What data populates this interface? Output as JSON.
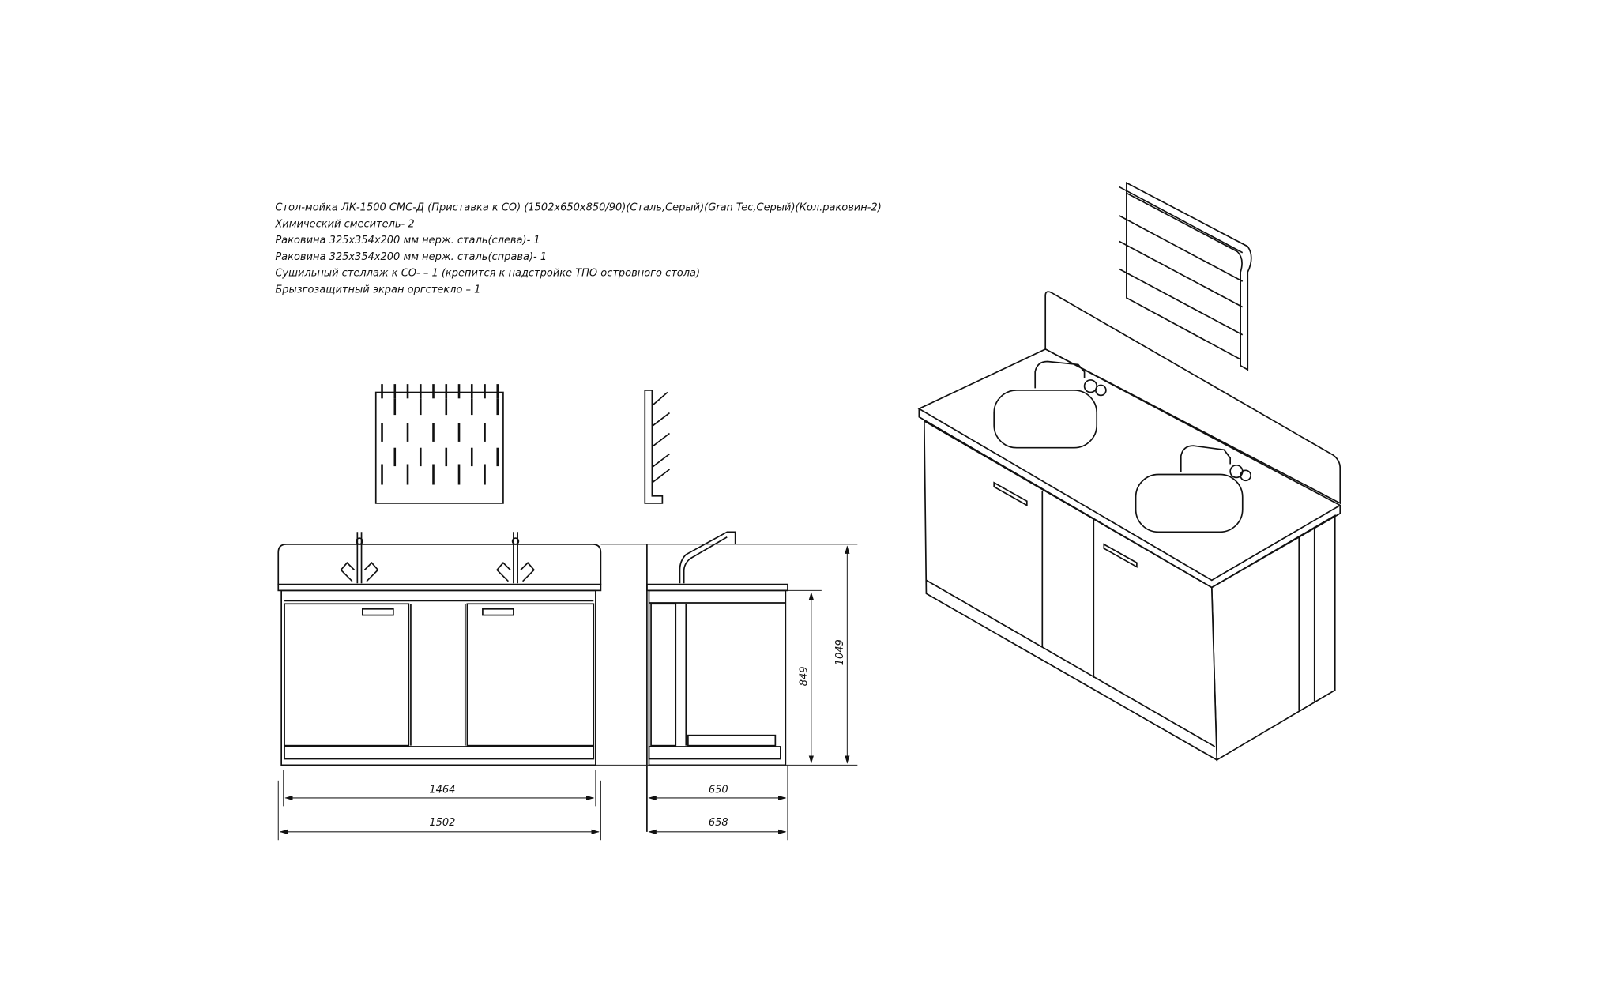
{
  "spec_lines": [
    "Стол-мойка   ЛК-1500 СМС-Д (Приставка к СО) (1502x650x850/90)(Сталь,Серый)(Gran Tec,Серый)(Кол.раковин-2)",
    "Химический   смеситель- 2",
    "Раковина 325x354x200 мм нерж. сталь(слева)- 1",
    "Раковина 325x354x200 мм нерж. сталь(справа)- 1",
    "Сушильный   стеллаж к СО- – 1 (крепится к надстройке ТПО островного стола)",
    "Брызгозащитный экран оргстекло – 1"
  ],
  "dimensions": {
    "inner_width": "1464",
    "total_width": "1502",
    "inner_depth": "650",
    "total_depth": "658",
    "counter_height": "849",
    "total_height": "1049"
  }
}
